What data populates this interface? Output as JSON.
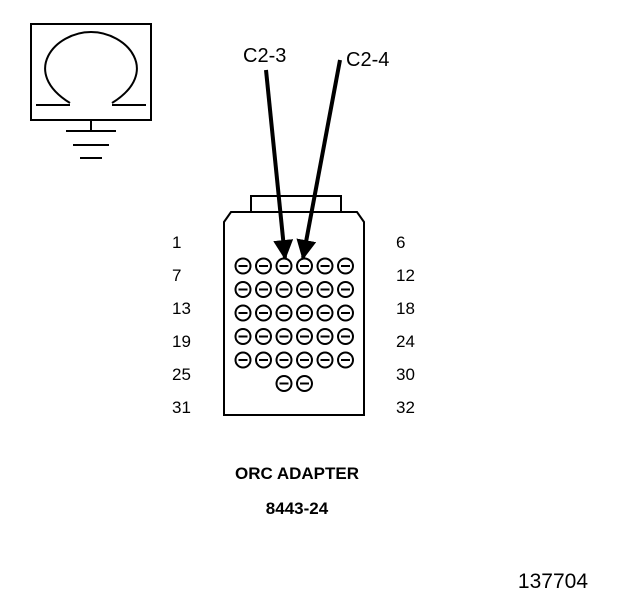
{
  "diagram": {
    "symbol": {
      "icon": "ohmmeter-ground-icon"
    },
    "callouts": [
      {
        "label": "C2-3",
        "pin_row": 1,
        "pin_col": 3
      },
      {
        "label": "C2-4",
        "pin_row": 1,
        "pin_col": 4
      }
    ],
    "connector": {
      "name": "ORC ADAPTER",
      "part_number": "8443-24",
      "pin_rows": [
        6,
        6,
        6,
        6,
        6,
        2
      ],
      "left_labels": [
        "1",
        "7",
        "13",
        "19",
        "25",
        "31"
      ],
      "right_labels": [
        "6",
        "12",
        "18",
        "24",
        "30",
        "32"
      ]
    },
    "figure_number": "137704"
  }
}
